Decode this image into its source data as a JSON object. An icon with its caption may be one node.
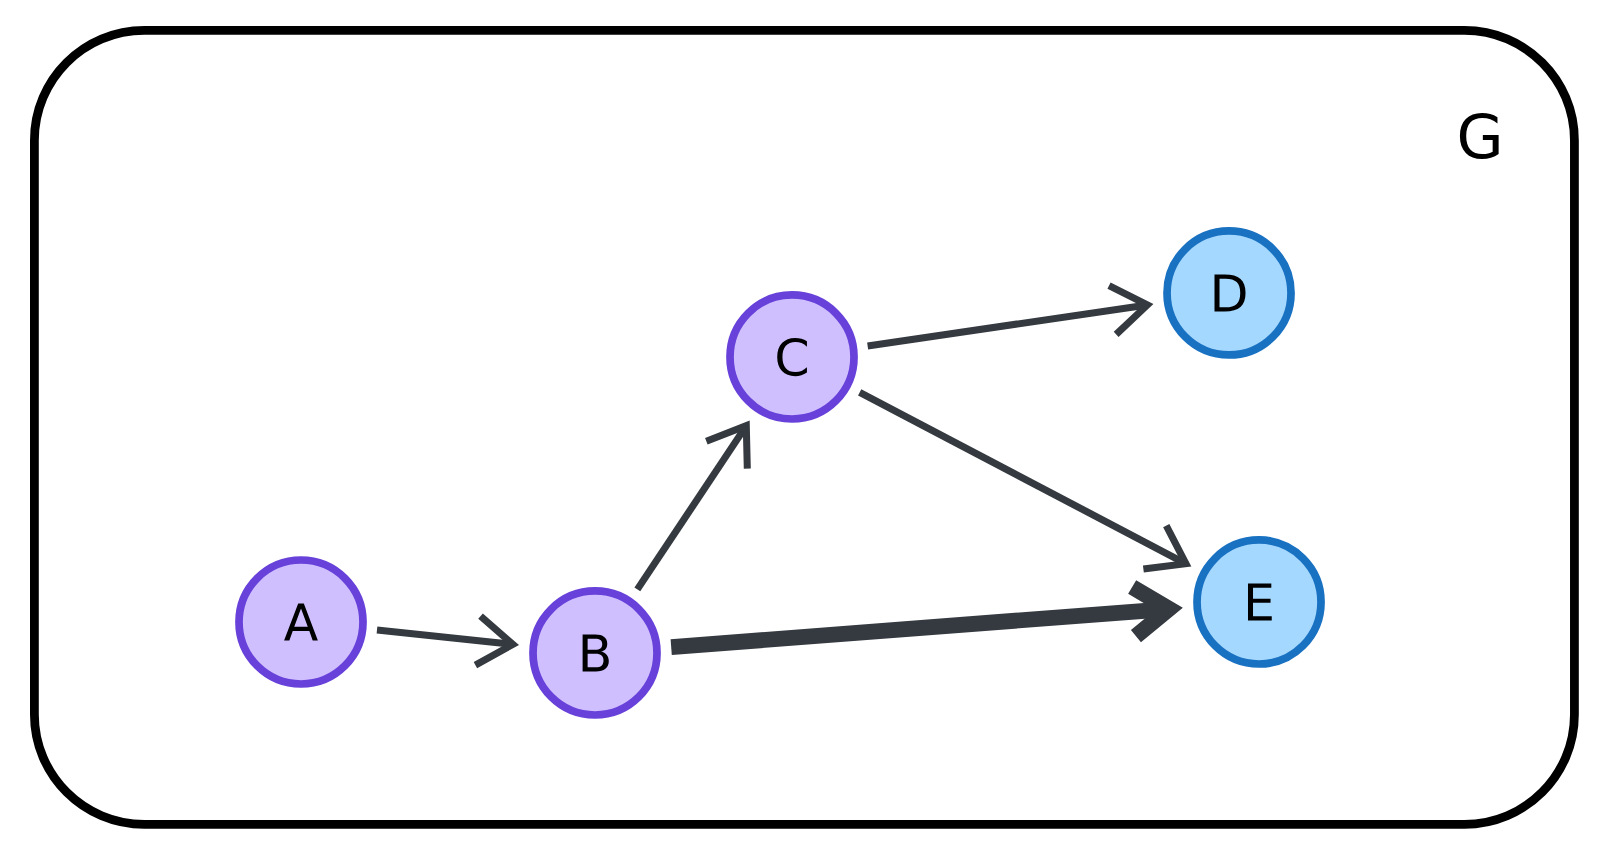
{
  "diagram": {
    "nodes": [
      {
        "text": [
          "G"
        ]
      },
      {
        "text": [
          "A"
        ],
        "in": 0
      },
      {
        "text": [
          "B"
        ],
        "in": 0
      },
      {
        "text": [
          "C"
        ],
        "in": 0
      },
      {
        "text": [
          "D"
        ],
        "in": 0
      },
      {
        "text": [
          "E"
        ],
        "in": 0
      }
    ],
    "edges": [
      {
        "from": 1,
        "to": 2,
        "arrow": "to"
      },
      {
        "from": 2,
        "to": 3,
        "arrow": "to"
      },
      {
        "from": 3,
        "to": 4,
        "arrow": "to"
      },
      {
        "from": 3,
        "to": 5,
        "arrow": "to"
      },
      {
        "from": 2,
        "to": 5,
        "arrow": "to",
        "style": "thick"
      }
    ]
  }
}
